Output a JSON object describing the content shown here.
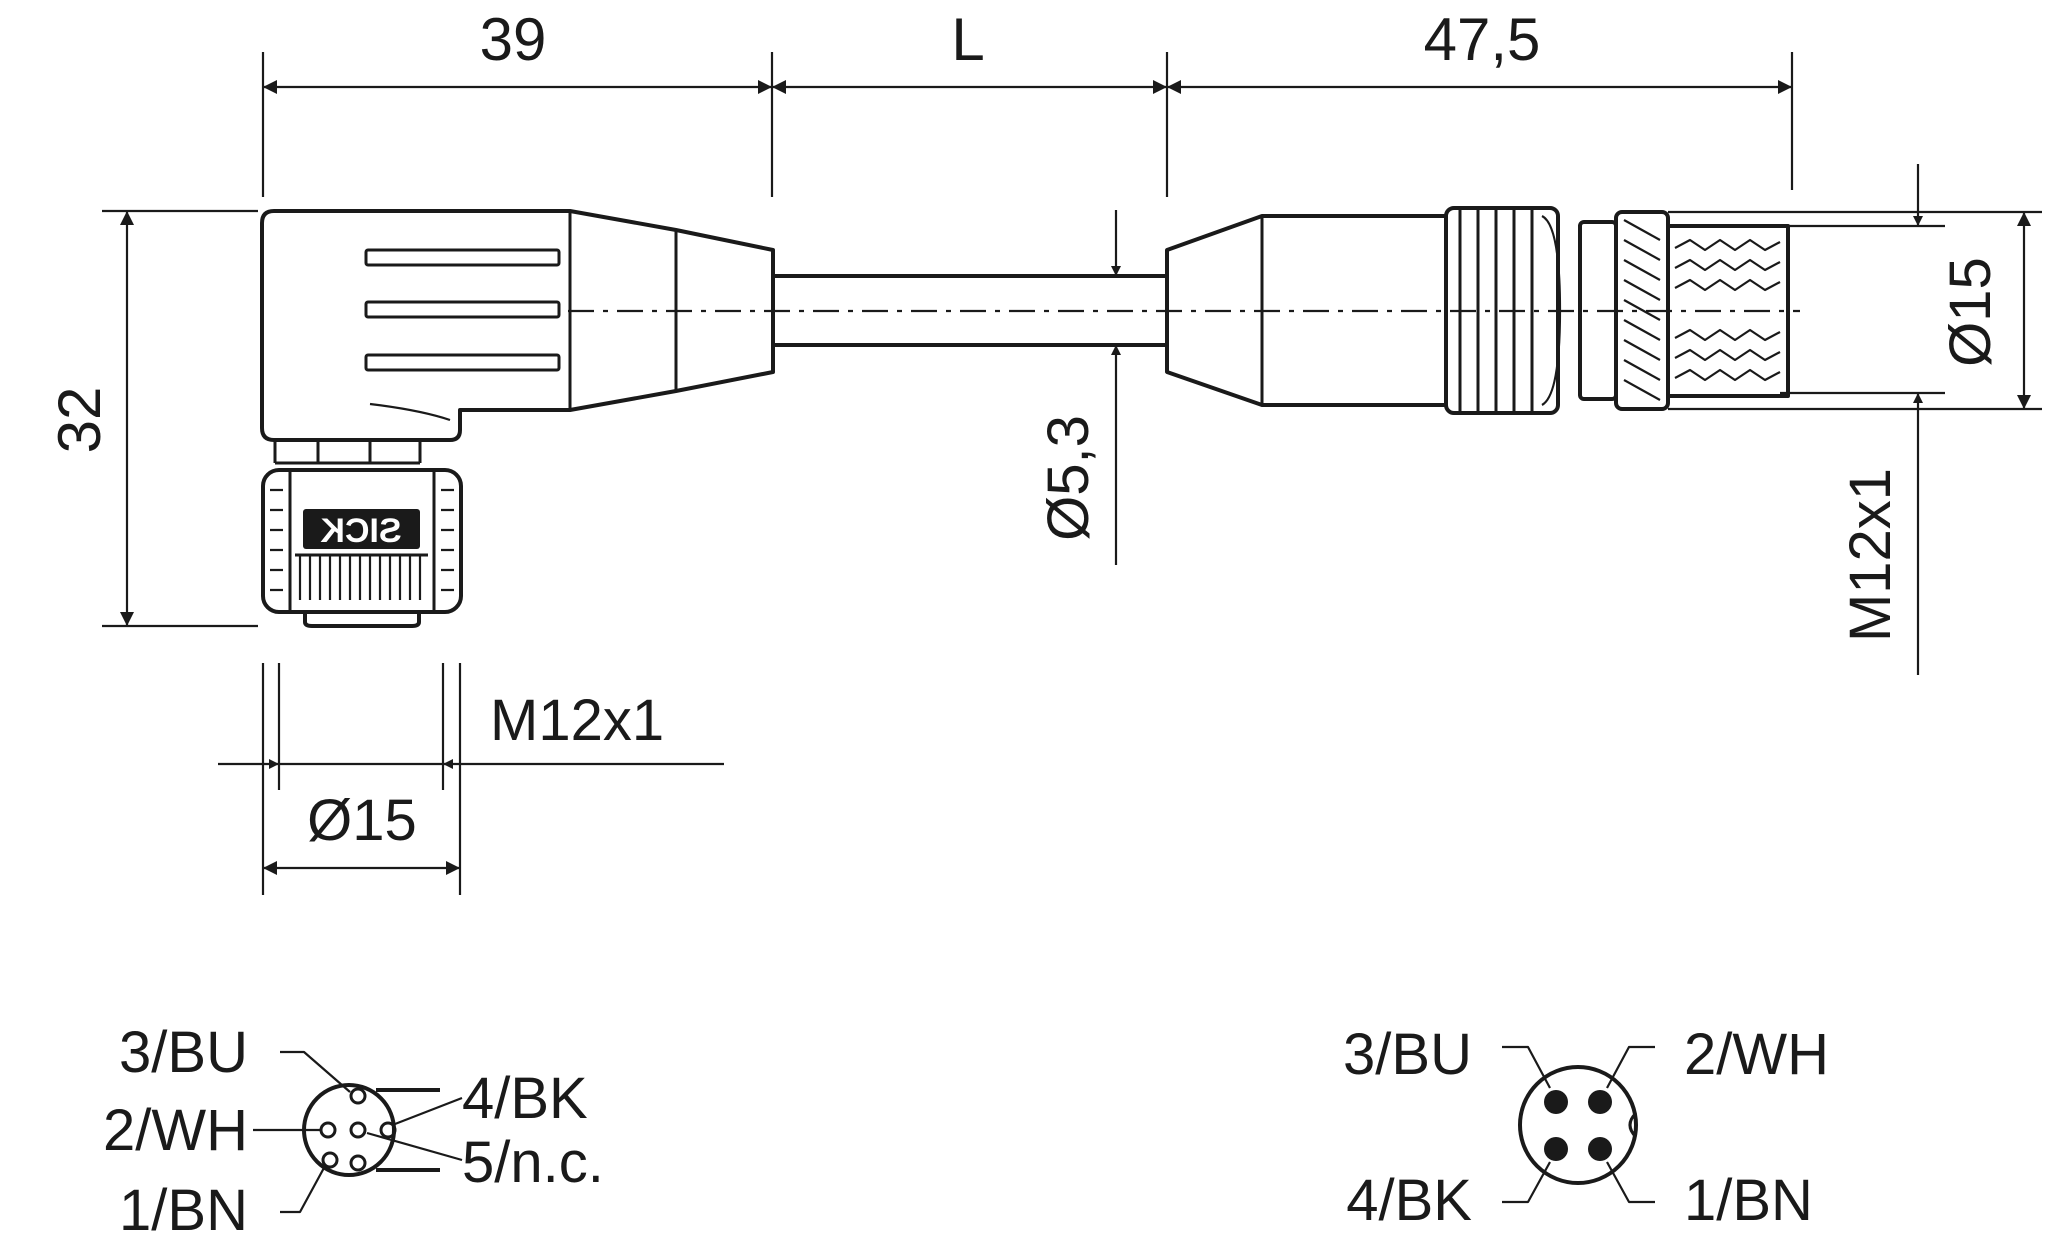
{
  "colors": {
    "line": "#1a1a1a",
    "background": "#ffffff"
  },
  "dimensions": {
    "top_left": "39",
    "top_middle": "L",
    "top_right": "47,5",
    "height_left": "32",
    "cable_diameter": "Ø5,3",
    "socket_thread": "M12x1",
    "socket_diameter": "Ø15",
    "plug_diameter": "Ø15",
    "plug_thread": "M12x1"
  },
  "logo": {
    "text": "SICK"
  },
  "pinout_left": {
    "pins": [
      "3/BU",
      "2/WH",
      "1/BN",
      "4/BK",
      "5/n.c."
    ]
  },
  "pinout_right": {
    "pins": [
      "3/BU",
      "2/WH",
      "4/BK",
      "1/BN"
    ]
  }
}
